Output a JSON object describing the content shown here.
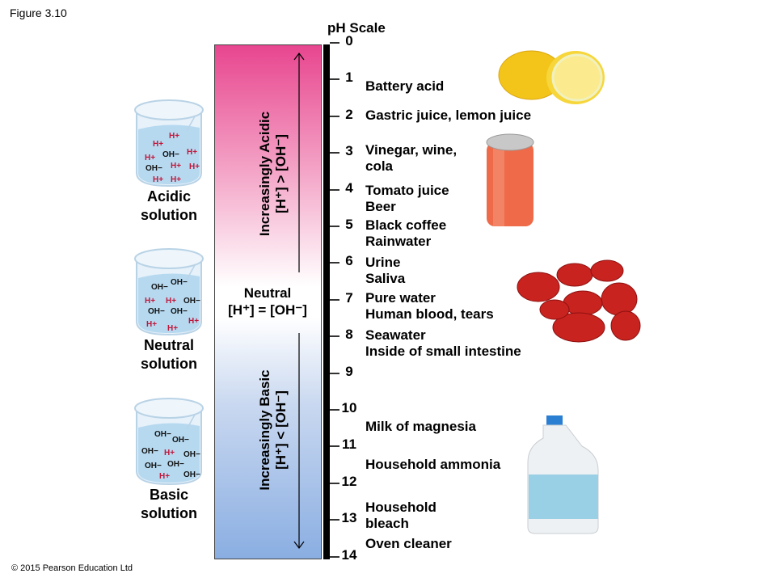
{
  "figure_label": "Figure 3.10",
  "copyright": "© 2015 Pearson Education Ltd",
  "scale_title": "pH Scale",
  "ph_values": [
    "0",
    "1",
    "2",
    "3",
    "4",
    "5",
    "6",
    "7",
    "8",
    "9",
    "10",
    "11",
    "12",
    "13",
    "14"
  ],
  "bar": {
    "acidic": "Increasingly Acidic",
    "acidic_eq": "[H⁺] > [OH⁻]",
    "neutral": "Neutral",
    "neutral_eq": "[H⁺] = [OH⁻]",
    "basic": "Increasingly Basic",
    "basic_eq": "[H⁺] < [OH⁻]"
  },
  "examples": [
    {
      "line1": "Battery acid"
    },
    {
      "line1": "Gastric juice, lemon juice"
    },
    {
      "line1": "Vinegar, wine,",
      "line2": "cola"
    },
    {
      "line1": "Tomato juice",
      "line2": "Beer"
    },
    {
      "line1": "Black coffee",
      "line2": "Rainwater"
    },
    {
      "line1": "Urine",
      "line2": "Saliva"
    },
    {
      "line1": "Pure water",
      "line2": "Human blood, tears"
    },
    {
      "line1": "Seawater",
      "line2": "Inside of small intestine"
    },
    {
      "line1": "Milk of magnesia"
    },
    {
      "line1": "Household ammonia"
    },
    {
      "line1": "Household",
      "line2": "bleach"
    },
    {
      "line1": "Oven cleaner"
    }
  ],
  "solutions": [
    {
      "line1": "Acidic",
      "line2": "solution",
      "ions": [
        "H+",
        "H+",
        "H+",
        "OH−",
        "H+",
        "OH−",
        "H+",
        "H+",
        "H+",
        "H+"
      ]
    },
    {
      "line1": "Neutral",
      "line2": "solution",
      "ions": [
        "OH−",
        "OH−",
        "H+",
        "H+",
        "OH−",
        "OH−",
        "OH−",
        "H+",
        "H+",
        "H+"
      ]
    },
    {
      "line1": "Basic",
      "line2": "solution",
      "ions": [
        "OH−",
        "OH−",
        "OH−",
        "H+",
        "OH−",
        "OH−",
        "OH−",
        "H+",
        "OH−"
      ]
    }
  ],
  "colors": {
    "acid": "#e8468f",
    "base": "#8aaee2",
    "hion": "#c0173a"
  }
}
